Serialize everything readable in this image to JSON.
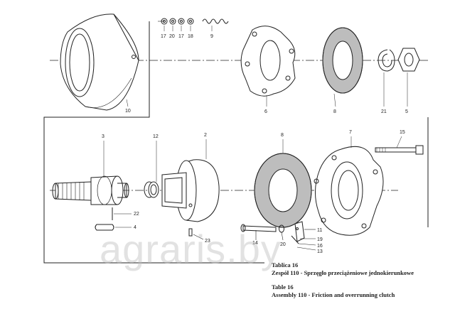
{
  "diagram": {
    "part_labels": {
      "p10": "10",
      "p17a": "17",
      "p20": "20",
      "p17b": "17",
      "p18": "18",
      "p9": "9",
      "p6": "6",
      "p8a": "8",
      "p21": "21",
      "p5": "5",
      "p3": "3",
      "p12": "12",
      "p2": "2",
      "p8b": "8",
      "p7": "7",
      "p15": "15",
      "p22": "22",
      "p4": "4",
      "p23": "23",
      "p14": "14",
      "p20b": "20",
      "p11": "11",
      "p19": "19",
      "p16": "16",
      "p13": "13"
    }
  },
  "caption": {
    "line1": "Tablica 16",
    "line2": "Zespół 110 - Sprzęgło przeciążeniowe jednokierunkowe",
    "line3": "Table 16",
    "line4": "Assembly 110 - Friction and overrunning clutch"
  },
  "watermark": "agraris.by"
}
